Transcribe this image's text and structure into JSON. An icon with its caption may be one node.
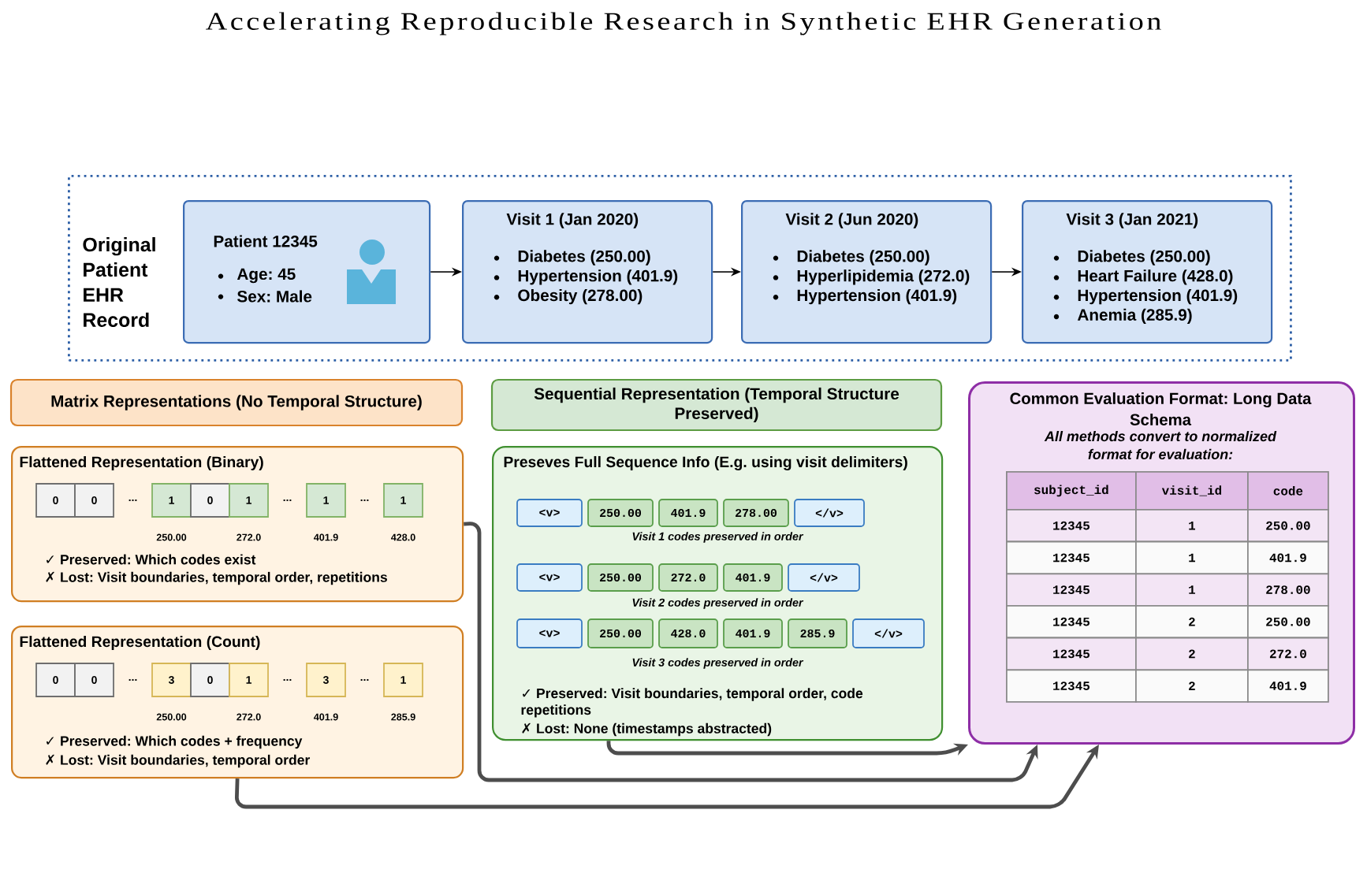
{
  "diagram": {
    "title": "Accelerating Reproducible Research in Synthetic EHR Generation",
    "nodes": [
      {
        "text": [
          "Original Patient EHR Record"
        ]
      },
      {
        "text": [
          "Patient 12345",
          "Age: 45",
          "Sex: Male"
        ],
        "in": 0
      },
      {
        "text": [
          "Visit 1 (Jan 2020)",
          "Diabetes (250.00)",
          "Hypertension (401.9)",
          "Obesity (278.00)"
        ],
        "in": 0
      },
      {
        "text": [
          "Visit 2 (Jun 2020)",
          "Diabetes (250.00)",
          "Hyperlipidemia (272.0)",
          "Hypertension (401.9)"
        ],
        "in": 0
      },
      {
        "text": [
          "Visit 3 (Jan 2021)",
          "Diabetes (250.00)",
          "Heart Failure (428.0)",
          "Hypertension (401.9)",
          "Anemia (285.9)"
        ],
        "in": 0
      },
      {
        "text": [
          "Matrix Representations (No Temporal Structure)"
        ]
      },
      {
        "text": [
          "Flattened Representation (Binary)",
          "✓ Preserved: Which codes exist",
          "✗ Lost: Visit boundaries, temporal order, repetitions"
        ]
      },
      {
        "text": [
          "0"
        ],
        "in": 6
      },
      {
        "text": [
          "0"
        ],
        "in": 6
      },
      {
        "text": [
          "1"
        ],
        "in": 6,
        "beside": [
          "250.00"
        ]
      },
      {
        "text": [
          "0"
        ],
        "in": 6
      },
      {
        "text": [
          "1"
        ],
        "in": 6,
        "beside": [
          "272.0"
        ]
      },
      {
        "text": [
          "1"
        ],
        "in": 6,
        "beside": [
          "401.9"
        ]
      },
      {
        "text": [
          "1"
        ],
        "in": 6,
        "beside": [
          "428.0"
        ]
      },
      {
        "text": [
          "Flattened Representation (Count)",
          "✓ Preserved: Which codes + frequency",
          "✗ Lost: Visit boundaries, temporal order"
        ]
      },
      {
        "text": [
          "0"
        ],
        "in": 14
      },
      {
        "text": [
          "0"
        ],
        "in": 14
      },
      {
        "text": [
          "3"
        ],
        "in": 14,
        "beside": [
          "250.00"
        ]
      },
      {
        "text": [
          "0"
        ],
        "in": 14
      },
      {
        "text": [
          "1"
        ],
        "in": 14,
        "beside": [
          "272.0"
        ]
      },
      {
        "text": [
          "3"
        ],
        "in": 14,
        "beside": [
          "401.9"
        ]
      },
      {
        "text": [
          "1"
        ],
        "in": 14,
        "beside": [
          "285.9"
        ]
      },
      {
        "text": [
          "Sequential Representation (Temporal Structure Preserved)"
        ]
      },
      {
        "text": [
          "Preseves Full Sequence Info (E.g. using visit delimiters)",
          "✓ Preserved: Visit boundaries, temporal order, code repetitions",
          "✗ Lost: None (timestamps abstracted)"
        ]
      },
      {
        "text": [
          "<v>"
        ],
        "in": 23
      },
      {
        "text": [
          "250.00"
        ],
        "in": 23
      },
      {
        "text": [
          "401.9"
        ],
        "in": 23
      },
      {
        "text": [
          "278.00"
        ],
        "in": 23
      },
      {
        "text": [
          "</v>"
        ],
        "in": 23
      },
      {
        "text": [
          "<v>"
        ],
        "in": 23
      },
      {
        "text": [
          "250.00"
        ],
        "in": 23
      },
      {
        "text": [
          "272.0"
        ],
        "in": 23
      },
      {
        "text": [
          "401.9"
        ],
        "in": 23
      },
      {
        "text": [
          "</v>"
        ],
        "in": 23
      },
      {
        "text": [
          "<v>"
        ],
        "in": 23
      },
      {
        "text": [
          "250.00"
        ],
        "in": 23
      },
      {
        "text": [
          "428.0"
        ],
        "in": 23
      },
      {
        "text": [
          "401.9"
        ],
        "in": 23
      },
      {
        "text": [
          "285.9"
        ],
        "in": 23
      },
      {
        "text": [
          "</v>"
        ],
        "in": 23
      },
      {
        "text": [
          "Common Evaluation Format: Long Data Schema",
          "All methods convert to normalized format for evaluation:"
        ]
      }
    ],
    "edges": [
      {
        "from": 1,
        "to": 2,
        "arrow": "to"
      },
      {
        "from": 2,
        "to": 3,
        "arrow": "to"
      },
      {
        "from": 3,
        "to": 4,
        "arrow": "to"
      },
      {
        "from": 6,
        "to": 40,
        "arrow": "to",
        "style": "thick",
        "color": "#4d4d4d"
      },
      {
        "from": 14,
        "to": 40,
        "arrow": "to",
        "style": "thick",
        "color": "#4d4d4d"
      },
      {
        "from": 23,
        "to": 40,
        "arrow": "to",
        "style": "thick",
        "color": "#4d4d4d"
      }
    ],
    "labels": [
      "...",
      "...",
      "...",
      "...",
      "...",
      "...",
      "Visit 1 codes preserved in order",
      "Visit 2 codes preserved in order",
      "Visit 3 codes preserved in order",
      "subject_id",
      "visit_id",
      "code",
      "12345",
      "1",
      "250.00",
      "12345",
      "1",
      "401.9",
      "12345",
      "1",
      "278.00",
      "12345",
      "2",
      "250.00",
      "12345",
      "2",
      "272.0",
      "12345",
      "2",
      "401.9"
    ]
  }
}
